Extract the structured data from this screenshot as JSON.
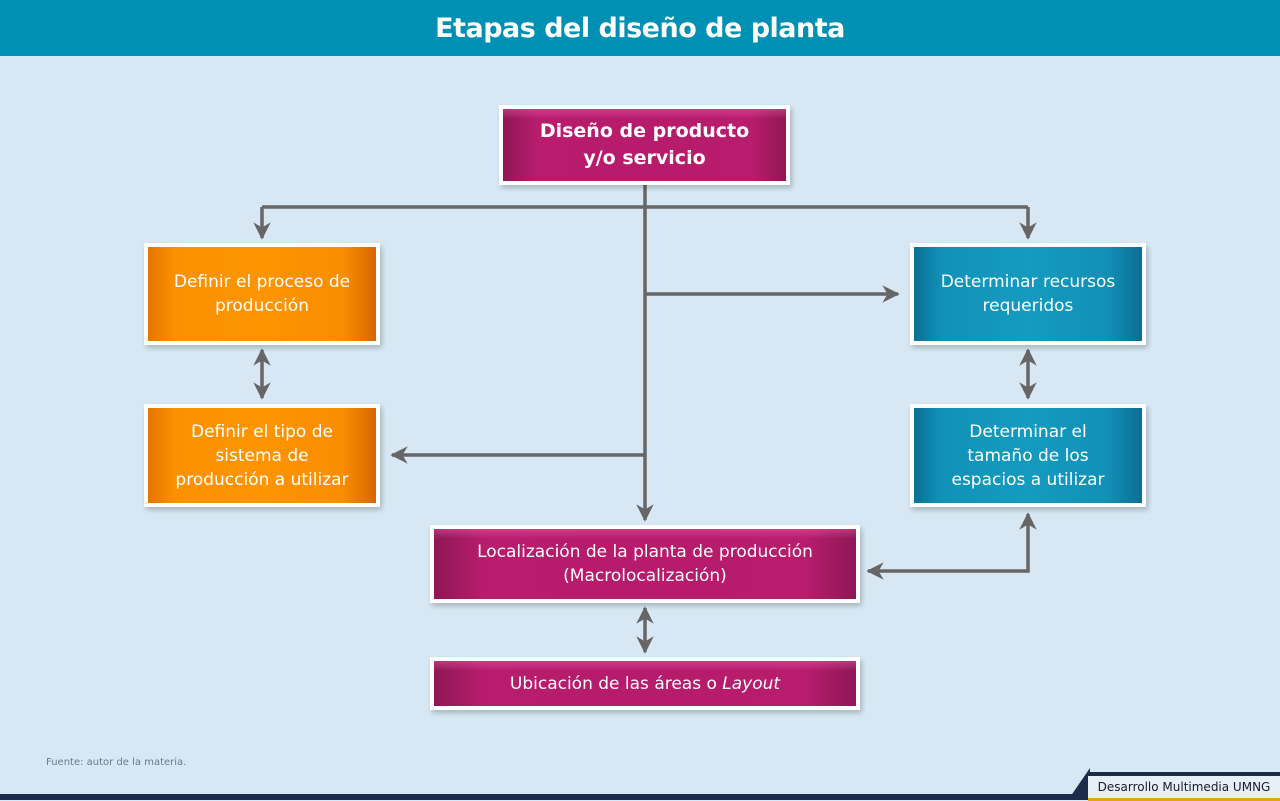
{
  "header": {
    "title": "Etapas del diseño de planta"
  },
  "colors": {
    "header": "#0090b4",
    "background": "#d7e8f4",
    "magenta": "#b61b6c",
    "orange": "#fd9400",
    "teal": "#149bc0",
    "connector": "#666666"
  },
  "nodes": {
    "top": {
      "line1": "Diseño de producto",
      "line2": "y/o servicio"
    },
    "proceso": {
      "line1": "Definir el proceso de",
      "line2": "producción"
    },
    "tipo": {
      "line1": "Definir el tipo de",
      "line2": "sistema de",
      "line3": "producción a utilizar"
    },
    "recursos": {
      "line1": "Determinar recursos",
      "line2": "requeridos"
    },
    "tamano": {
      "line1": "Determinar el",
      "line2": "tamaño de los",
      "line3": "espacios a utilizar"
    },
    "localizacion": {
      "line1": "Localización de la planta de producción",
      "line2": "(Macrolocalización)"
    },
    "ubicacion": {
      "text": "Ubicación de las áreas o ",
      "italic": "Layout"
    }
  },
  "edges": [
    {
      "from": "top",
      "to": "proceso",
      "type": "arrow"
    },
    {
      "from": "top",
      "to": "recursos",
      "type": "arrow"
    },
    {
      "from": "top",
      "to": "recursos",
      "type": "arrow",
      "via": "center-branch"
    },
    {
      "from": "top",
      "to": "tipo",
      "type": "arrow"
    },
    {
      "from": "top",
      "to": "localizacion",
      "type": "arrow"
    },
    {
      "from": "proceso",
      "to": "tipo",
      "type": "bidirectional"
    },
    {
      "from": "recursos",
      "to": "tamano",
      "type": "bidirectional"
    },
    {
      "from": "tamano",
      "to": "localizacion",
      "type": "bidirectional"
    },
    {
      "from": "localizacion",
      "to": "ubicacion",
      "type": "bidirectional"
    }
  ],
  "footnote": "Fuente: autor de la materia.",
  "brand": "Desarrollo Multimedia UMNG"
}
